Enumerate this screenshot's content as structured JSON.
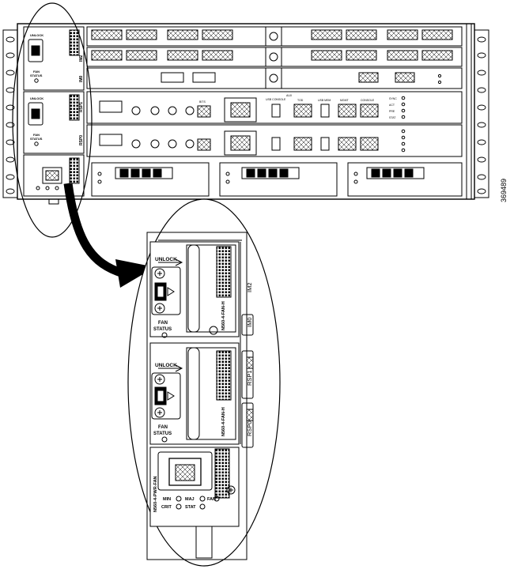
{
  "figure_id": "369489",
  "chassis": {
    "slots": {
      "im2": "IM2",
      "im0": "IM0",
      "rsp1": "RSP1",
      "rsp0": "RSP0"
    },
    "fan_tray_top": {
      "unlock": "UNLOCK",
      "fan_status": [
        "FAN",
        "STATUS"
      ]
    },
    "fan_tray_bottom": {
      "unlock": "UNLOCK",
      "fan_status": [
        "FAN",
        "STATUS"
      ]
    },
    "port_labels": [
      "BITS",
      "USB CONSOLE",
      "AUX",
      "TOD",
      "USB MEM",
      "MGMT",
      "CONSOLE"
    ],
    "led_labels": [
      "SYNC",
      "ACT",
      "PRE",
      "STAT"
    ]
  },
  "zoom": {
    "unlock_top": "UNLOCK",
    "fan_status_top": [
      "FAN",
      "STATUS"
    ],
    "part_top": "N560-4-FAN-H",
    "unlock_bottom": "UNLOCK",
    "fan_status_bottom": [
      "FAN",
      "STATUS"
    ],
    "part_bottom": "N560-4-FAN-H",
    "side_labels": {
      "im2": "IM2",
      "im0": "IM0",
      "rsp1": "RSP1",
      "rsp0": "RSP0"
    },
    "fan_module": {
      "part": "N560-4-PWR-FAN",
      "leds": {
        "min": "MIN",
        "maj": "MAJ",
        "fan": "FAN",
        "crit": "CRIT",
        "stat": "STAT"
      }
    }
  },
  "colors": {
    "line": "#000000",
    "arrow": "#000000",
    "background": "#ffffff"
  }
}
